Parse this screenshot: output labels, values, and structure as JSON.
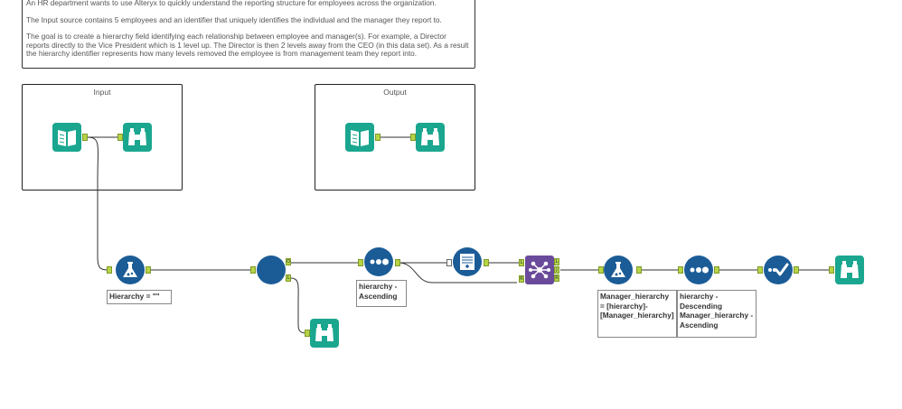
{
  "description": {
    "line1": "An HR department wants to use Alteryx to quickly understand the reporting structure for employees across the organization.",
    "line2": "The Input source contains 5 employees and an identifier that uniquely identifies the individual and the manager they report to.",
    "line3": "The goal is to create a hierarchy field identifying each relationship between employee and manager(s). For example, a Director reports directly to the Vice President which is 1 level up. The Director is then 2 levels away from the CEO (in this data set). As a result the hierarchy identifier represents how many levels removed the employee is from management team they report into."
  },
  "containers": {
    "input_title": "Input",
    "output_title": "Output"
  },
  "annotations": {
    "formula1": "Hierarchy = \"\"",
    "sort1": "hierarchy - Ascending",
    "formula2": "Manager_hierarchy = [hierarchy]-[Manager_hierarchy]",
    "sort2": "hierarchy - Descending Manager_hierarchy - Ascending"
  },
  "anchors": {
    "output": "",
    "input": "",
    "iterative_true": "O",
    "iterative_false": "L",
    "join_left": "L",
    "join_right": "R",
    "join_j": "J",
    "formula_in": "",
    "browse_in": ""
  },
  "colors": {
    "io_teal": "#1aa68f",
    "prep_blue": "#1b5c97",
    "join_purple": "#6a4a9a",
    "anchor_green": "#b6d445"
  }
}
